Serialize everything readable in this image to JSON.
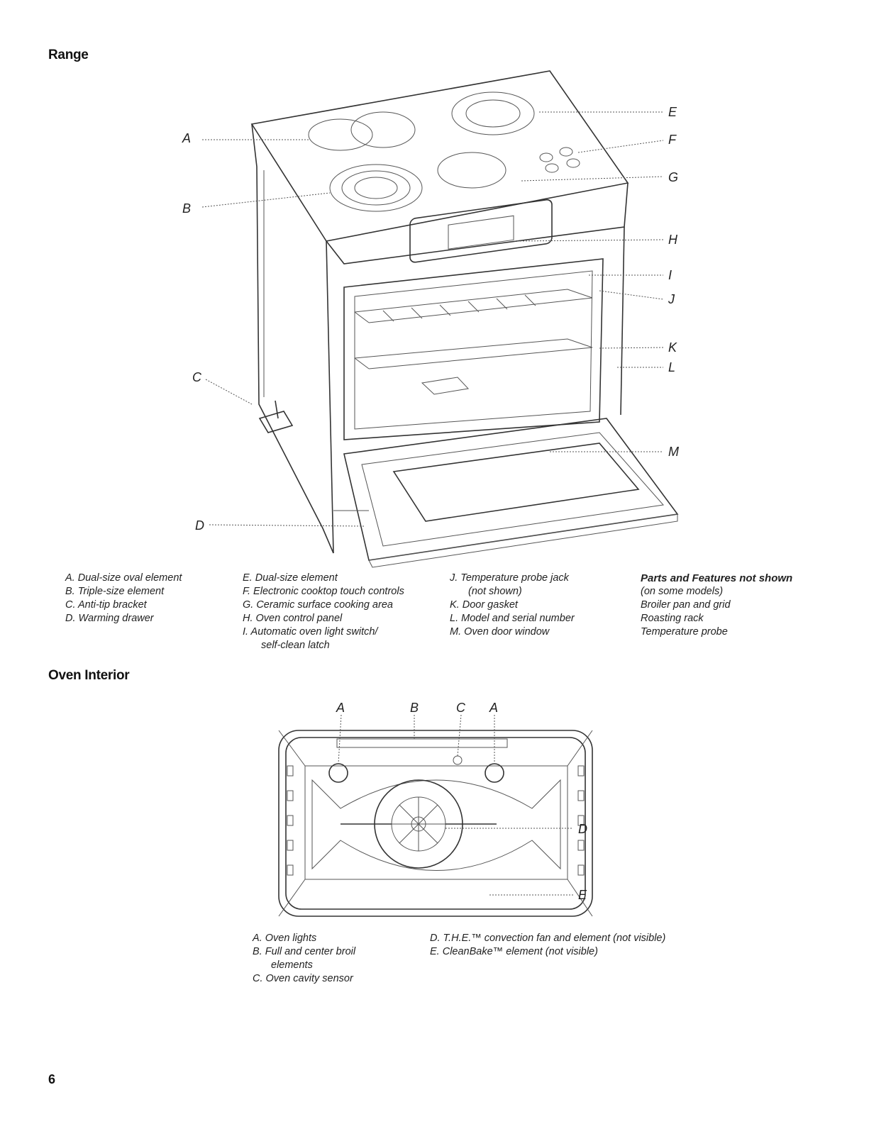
{
  "range": {
    "heading": "Range",
    "callouts": [
      "A",
      "B",
      "C",
      "D",
      "E",
      "F",
      "G",
      "H",
      "I",
      "J",
      "K",
      "L",
      "M"
    ],
    "legend_col1": [
      "A. Dual-size oval element",
      "B. Triple-size element",
      "C. Anti-tip bracket",
      "D. Warming drawer"
    ],
    "legend_col2": [
      "E. Dual-size element",
      "F. Electronic cooktop touch controls",
      "G. Ceramic surface cooking area",
      "H. Oven control panel",
      "I. Automatic oven light switch/",
      "self-clean latch"
    ],
    "legend_col3": [
      "J. Temperature probe jack",
      "(not shown)",
      "K. Door gasket",
      "L. Model and serial number",
      "M. Oven door window"
    ],
    "not_shown": {
      "title": "Parts and Features not shown",
      "subtitle": "(on some models)",
      "items": [
        "Broiler pan and grid",
        "Roasting rack",
        "Temperature probe"
      ]
    }
  },
  "oven_interior": {
    "heading": "Oven Interior",
    "callouts": [
      "A",
      "B",
      "C",
      "A",
      "D",
      "E"
    ],
    "legend_col1": [
      "A. Oven lights",
      "B. Full and center broil",
      "elements",
      "C. Oven cavity sensor"
    ],
    "legend_col2": [
      "D. T.H.E.™ convection fan and element (not visible)",
      "E. CleanBake™ element (not visible)"
    ]
  },
  "page_number": "6"
}
